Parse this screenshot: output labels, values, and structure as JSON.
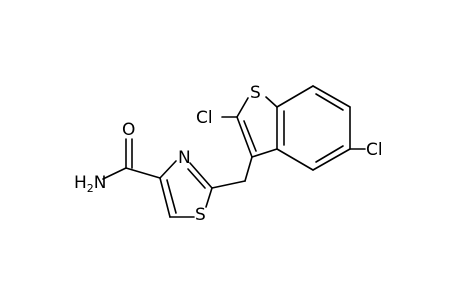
{
  "molecule": {
    "atoms": {
      "s_thiophene": "S",
      "cl_2": "Cl",
      "cl_5": "Cl",
      "o_carbonyl": "O",
      "n_thiazole": "N",
      "s_thiazole": "S",
      "amide_h": "H",
      "amide_sub": "2",
      "amide_n": "N"
    }
  }
}
